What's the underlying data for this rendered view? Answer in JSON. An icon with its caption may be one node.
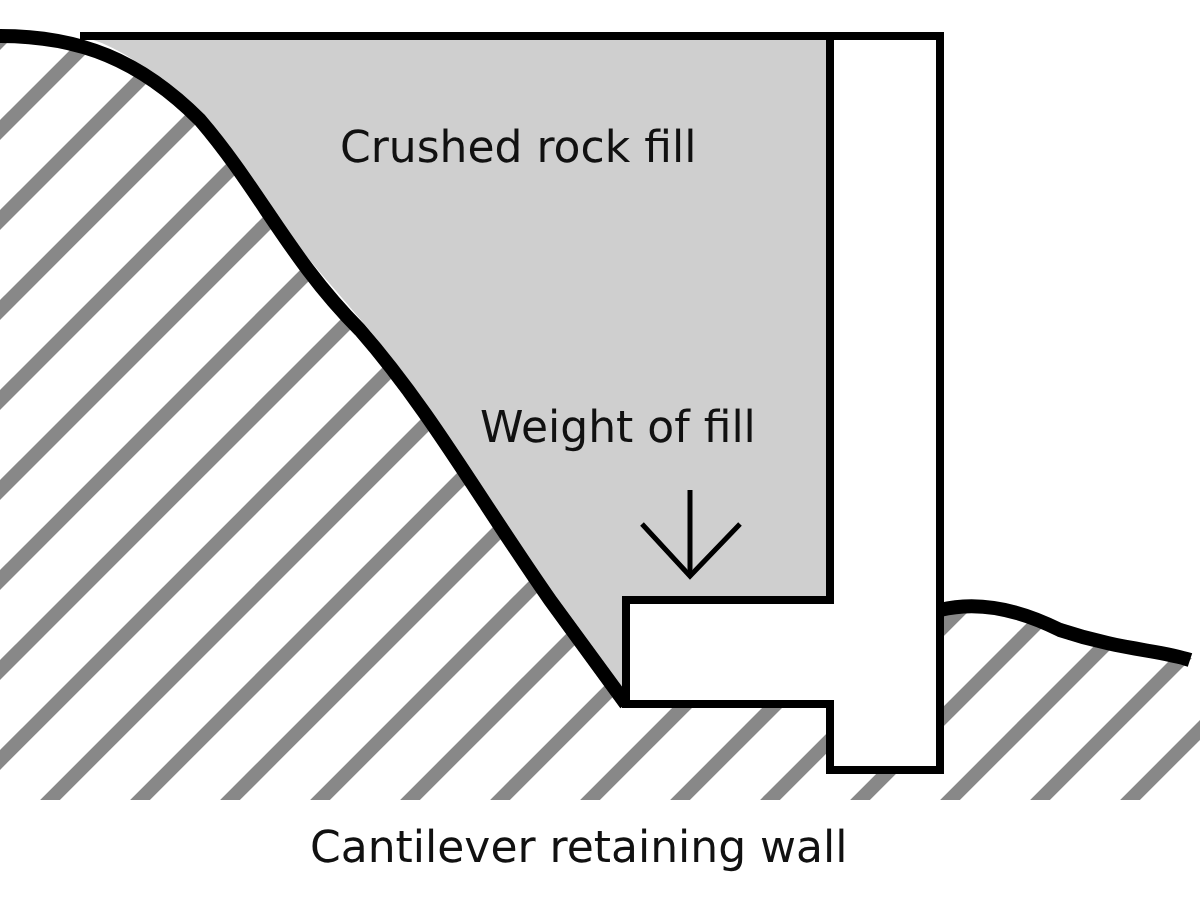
{
  "diagram": {
    "caption": "Cantilever retaining wall",
    "labels": [
      "Crushed rock fill",
      "Weight of fill"
    ]
  }
}
